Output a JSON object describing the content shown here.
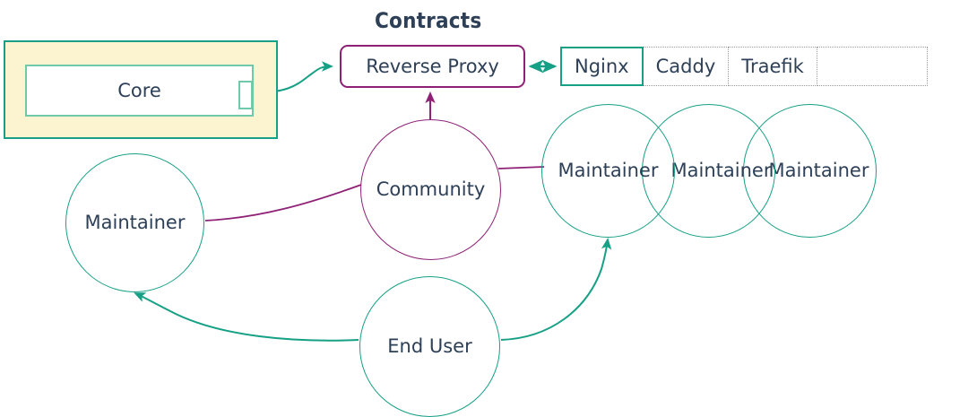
{
  "diagram": {
    "title": "Contracts",
    "colors": {
      "teal": "#16a085",
      "teal_light": "#6ecaa8",
      "purple": "#8e2176",
      "yellow_fill": "#fcf4d0",
      "text": "#2e4057",
      "dotted_border": "#9a9a9a",
      "background": "#ffffff"
    },
    "contracts_label": "Contracts",
    "core_group": {
      "core_label": "Core",
      "port_label": ""
    },
    "reverse_proxy": {
      "label": "Reverse Proxy"
    },
    "implementations": {
      "cells": [
        {
          "label": "Nginx",
          "selected": true
        },
        {
          "label": "Caddy",
          "selected": false
        },
        {
          "label": "Traefik",
          "selected": false
        },
        {
          "label": "",
          "selected": false
        }
      ]
    },
    "actors": {
      "maintainer_left": "Maintainer",
      "community": "Community",
      "maintainer_right_1": "Maintainer",
      "maintainer_right_2": "Maintainer",
      "maintainer_right_3": "Maintainer",
      "end_user": "End User"
    },
    "edges": [
      {
        "from": "Core",
        "to": "Reverse Proxy",
        "style": "curved-arrow",
        "color": "#16a085"
      },
      {
        "from": "Reverse Proxy",
        "to": "Nginx",
        "style": "double-arrow",
        "color": "#16a085"
      },
      {
        "from": "Community",
        "to": "Reverse Proxy",
        "style": "arrow",
        "color": "#8e2176"
      },
      {
        "from": "Maintainer",
        "to": "Community",
        "style": "line",
        "color": "#8e2176"
      },
      {
        "from": "Community",
        "to": "Maintainer",
        "style": "line",
        "color": "#8e2176"
      },
      {
        "from": "End User",
        "to": "Maintainer",
        "style": "arrow",
        "color": "#16a085"
      },
      {
        "from": "End User",
        "to": "Maintainer",
        "style": "arrow",
        "color": "#16a085"
      }
    ]
  }
}
